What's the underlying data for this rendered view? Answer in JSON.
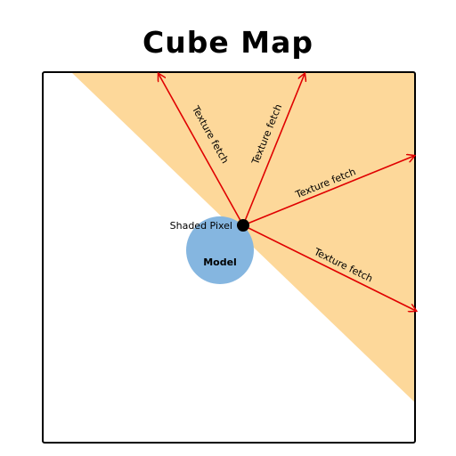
{
  "title": "Cube Map",
  "labels": {
    "shaded_pixel": "Shaded Pixel",
    "model": "Model",
    "fetch": [
      "Texture fetch",
      "Texture fetch",
      "Texture fetch",
      "Texture fetch"
    ]
  },
  "colors": {
    "frustum": "#fdd89a",
    "model": "#85b6e0",
    "arrow": "#e00000",
    "border": "#000000",
    "point": "#000000"
  }
}
